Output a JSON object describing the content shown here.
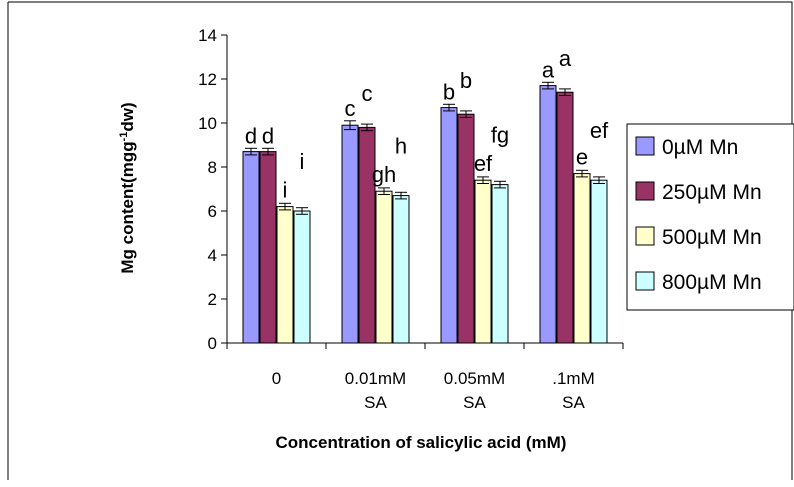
{
  "chart_data": {
    "type": "bar",
    "title": "",
    "xlabel": "Concentration of salicylic acid (mM)",
    "ylabel": "Mg content(mgg",
    "ylabel_sup": "-1",
    "ylabel_tail": "dw)",
    "ylim": [
      0,
      14
    ],
    "yticks": [
      0,
      2,
      4,
      6,
      8,
      10,
      12,
      14
    ],
    "grid": false,
    "legend_position": "right",
    "categories": [
      [
        "0"
      ],
      [
        "0.01mM",
        "SA"
      ],
      [
        "0.05mM",
        "SA"
      ],
      [
        ".1mM",
        "SA"
      ]
    ],
    "series": [
      {
        "name": "0µM Mn",
        "color": "#9999ff",
        "values": [
          8.7,
          9.9,
          10.7,
          11.7
        ],
        "errors": [
          0.15,
          0.2,
          0.15,
          0.15
        ],
        "letters": [
          "d",
          "c",
          "b",
          "a"
        ]
      },
      {
        "name": "250µM Mn",
        "color": "#993366",
        "values": [
          8.7,
          9.8,
          10.4,
          11.4
        ],
        "errors": [
          0.15,
          0.15,
          0.15,
          0.15
        ],
        "letters": [
          "d",
          "c",
          "b",
          "a"
        ]
      },
      {
        "name": "500µM Mn",
        "color": "#ffffcc",
        "values": [
          6.2,
          6.9,
          7.4,
          7.7
        ],
        "errors": [
          0.15,
          0.15,
          0.15,
          0.15
        ],
        "letters": [
          "i",
          "gh",
          "ef",
          "e"
        ]
      },
      {
        "name": "800µM Mn",
        "color": "#ccffff",
        "values": [
          6.0,
          6.7,
          7.2,
          7.4
        ],
        "errors": [
          0.15,
          0.15,
          0.15,
          0.15
        ],
        "letters": [
          "i",
          "h",
          "fg",
          "ef"
        ]
      }
    ]
  }
}
